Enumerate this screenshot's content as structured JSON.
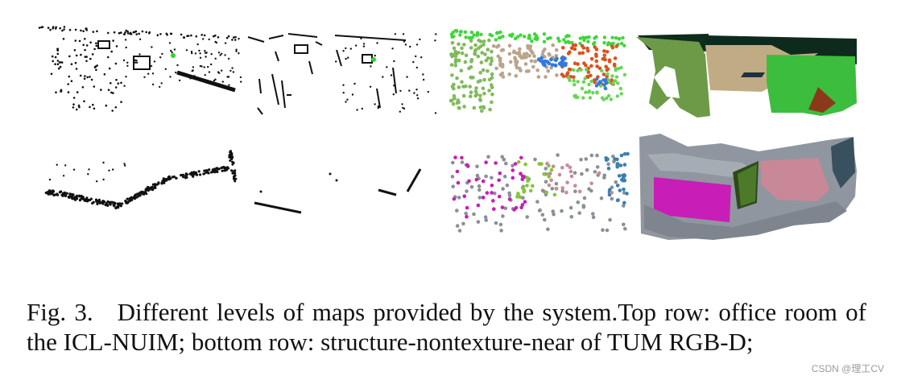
{
  "figure": {
    "label": "Fig. 3.",
    "caption": "Different levels of maps provided by the system.Top row: office room of the ICL-NUIM; bottom row: structure-nontexture-near of TUM RGB-D;"
  },
  "rows": [
    {
      "name": "top-row",
      "panels": [
        "sparse-points",
        "line-map",
        "points-and-lines",
        "plane-points",
        "plane-mesh"
      ]
    },
    {
      "name": "bottom-row",
      "panels": [
        "sparse-points",
        "line-map",
        "points-and-lines",
        "plane-points",
        "plane-mesh"
      ]
    }
  ],
  "colors": {
    "points": "#111111",
    "plane_green": "#3fd63a",
    "plane_tan": "#b9a48c",
    "plane_orange": "#d8541d",
    "plane_blue": "#2f7ae0",
    "mesh_olive": "#6e9a46",
    "mesh_khaki": "#c2ad86",
    "mesh_green": "#3db83c",
    "mesh_dark": "#16321f",
    "magenta": "#c81db8",
    "pink": "#c98a99",
    "gray": "#8a9097",
    "lime": "#86c43b",
    "steel": "#3b7fb0"
  },
  "watermark": "CSDN @理工CV"
}
